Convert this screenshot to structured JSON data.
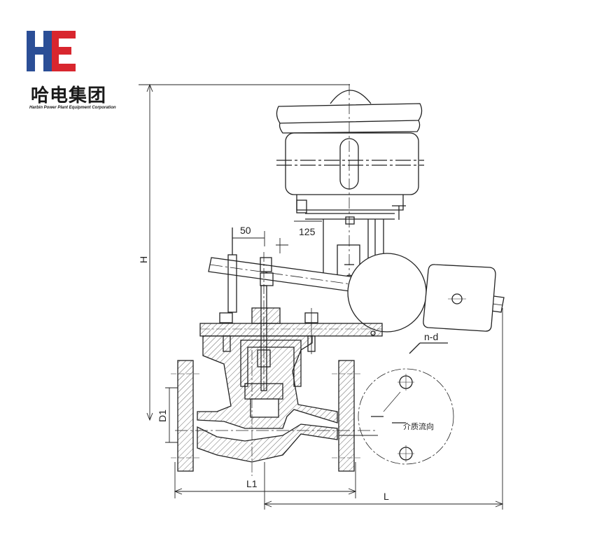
{
  "logo": {
    "chinese_name": "哈电集团",
    "english_name": "Harbin Power Plant Equipment Corporation",
    "brand_colors": {
      "blue": "#2b4e96",
      "red": "#d8262e"
    }
  },
  "dimensions": {
    "height": "H",
    "length": "L",
    "body_length": "L1",
    "nominal_diameter": "D1",
    "lever_offset": "50",
    "actuator_offset": "125",
    "bolt_holes": "n-d",
    "flow_direction": "介质流向"
  }
}
